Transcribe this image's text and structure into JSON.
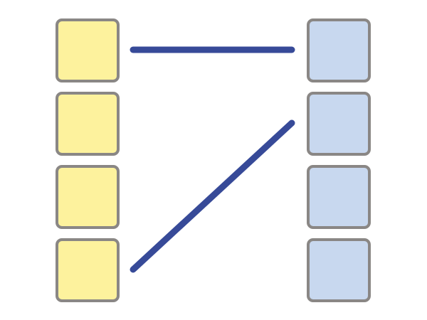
{
  "colors": {
    "left_fill": "#fdf29d",
    "right_fill": "#c8d8ef",
    "box_stroke": "#8a8785",
    "connector": "#374a98",
    "background": "#ffffff"
  },
  "left_column": {
    "boxes": [
      {
        "index": 1
      },
      {
        "index": 2
      },
      {
        "index": 3
      },
      {
        "index": 4
      }
    ]
  },
  "right_column": {
    "boxes": [
      {
        "index": 1
      },
      {
        "index": 2
      },
      {
        "index": 3
      },
      {
        "index": 4
      }
    ]
  },
  "connections": [
    {
      "from": "left-1",
      "to": "right-1"
    },
    {
      "from": "left-4",
      "to": "right-2"
    }
  ]
}
